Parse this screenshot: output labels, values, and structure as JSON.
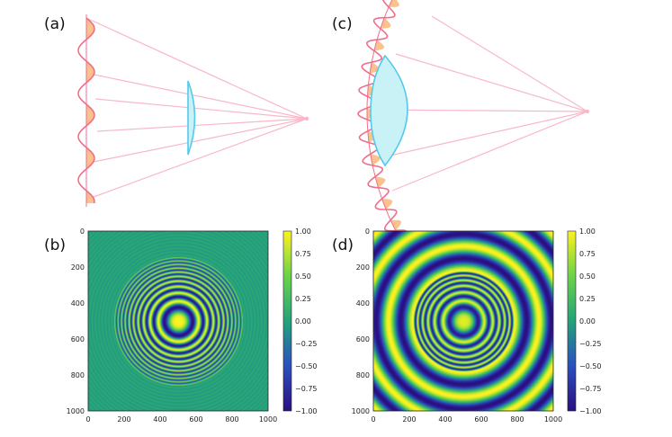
{
  "panels": {
    "a": {
      "label": "(a)"
    },
    "b": {
      "label": "(b)"
    },
    "c": {
      "label": "(c)"
    },
    "d": {
      "label": "(d)"
    }
  },
  "axes": {
    "x_ticks": [
      "0",
      "200",
      "400",
      "600",
      "800",
      "1000"
    ],
    "y_ticks": [
      "0",
      "200",
      "400",
      "600",
      "800",
      "1000"
    ],
    "colorbar_ticks": [
      "1.00",
      "0.75",
      "0.50",
      "0.25",
      "0.00",
      "−0.25",
      "−0.50",
      "−0.75",
      "−1.00"
    ]
  },
  "colors": {
    "wave_line": "#f06e8c",
    "wave_fill": "#f9bb7f",
    "ray": "#f7b8c9",
    "lens_stroke": "#55c9ee",
    "lens_fill": "#c8f2f6",
    "colormap": [
      "#440154",
      "#3b528b",
      "#21918c",
      "#5ec962",
      "#fde725"
    ]
  }
}
